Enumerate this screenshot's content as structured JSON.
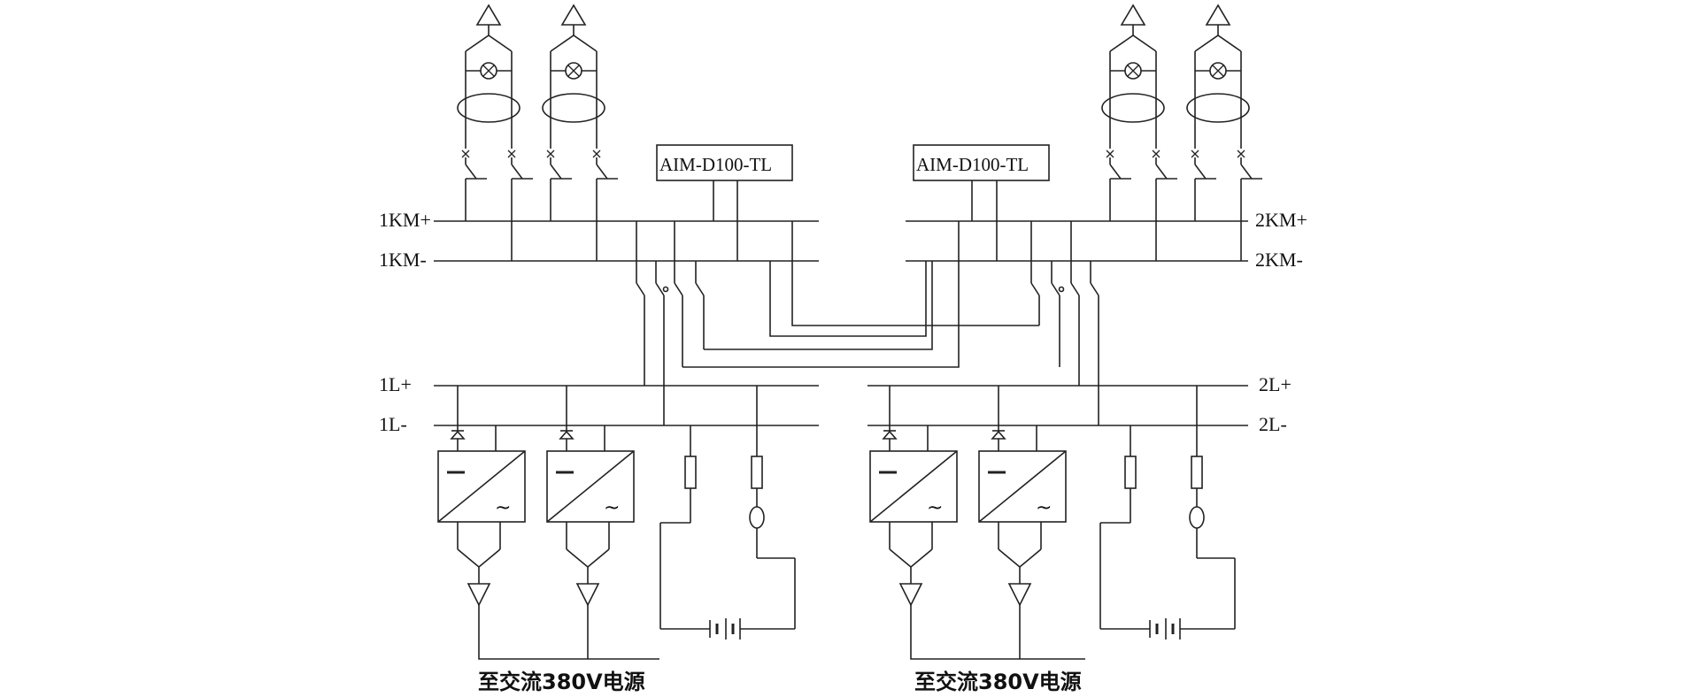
{
  "buses": {
    "km_plus_1": "1KM+",
    "km_minus_1": "1KM-",
    "km_plus_2": "2KM+",
    "km_minus_2": "2KM-",
    "l_plus_1": "1L+",
    "l_minus_1": "1L-",
    "l_plus_2": "2L+",
    "l_minus_2": "2L-"
  },
  "devices": {
    "left": "AIM-D100-TL",
    "right": "AIM-D100-TL"
  },
  "captions": {
    "left": "至交流380V电源",
    "right": "至交流380V电源"
  },
  "symbols": {
    "tilde": "~"
  }
}
